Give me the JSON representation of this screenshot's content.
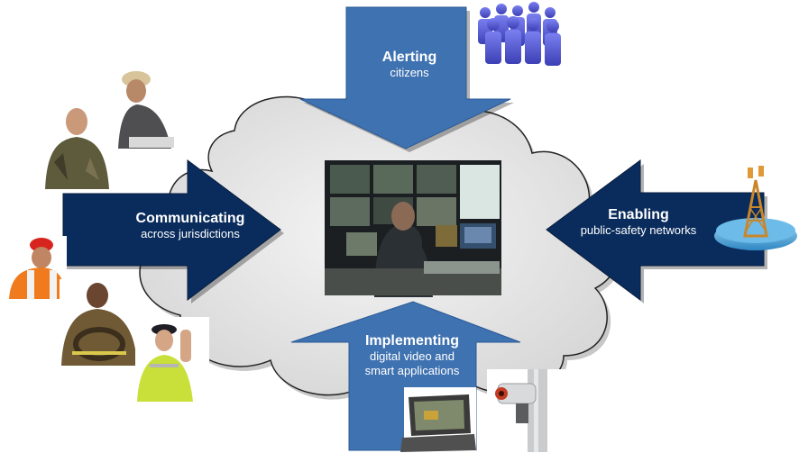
{
  "arrows": {
    "alerting": {
      "title": "Alerting",
      "subtitle": "citizens"
    },
    "communicating": {
      "title": "Communicating",
      "subtitle": "across jurisdictions"
    },
    "enabling": {
      "title": "Enabling",
      "subtitle": "public-safety networks"
    },
    "implementing": {
      "title": "Implementing",
      "subtitle_line1": "digital video and",
      "subtitle_line2": "smart applications"
    }
  },
  "images": {
    "center": "control-room-operator-photo",
    "crowd": "crowd-of-people-icon",
    "tower": "communication-tower-icon",
    "people": [
      "soldier-photo",
      "reporter-photo",
      "construction-worker-photo",
      "firefighter-photo",
      "police-officer-photo"
    ],
    "laptop": "rugged-laptop-photo",
    "camera": "surveillance-camera-photo"
  },
  "colors": {
    "arrow_dark": "#0a2c5c",
    "arrow_medium": "#3f72b0",
    "cloud_fill": "#e6e6e6",
    "cloud_stroke": "#222222"
  }
}
